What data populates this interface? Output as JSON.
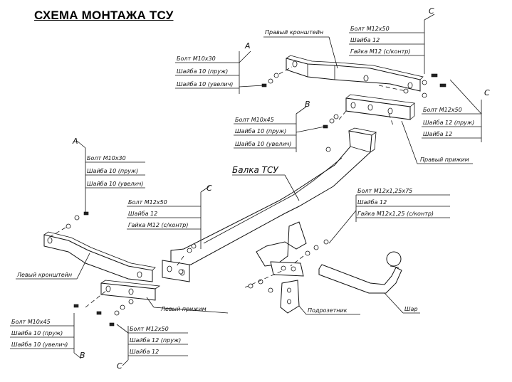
{
  "title": "СХЕМА МОНТАЖА ТСУ",
  "beam_label": "Балка ТСУ",
  "parts": {
    "right_bracket": "Правый кронштейн",
    "left_bracket": "Левый кронштейн",
    "right_clamp": "Правый прижим",
    "left_clamp": "Левый прижим",
    "socket_plate": "Подрозетник",
    "ball": "Шар"
  },
  "callouts": {
    "a_top": {
      "letter": "A",
      "lines": [
        "Болт М10х30",
        "Шайба 10 (пруж)",
        "Шайба 10 (увелич)"
      ]
    },
    "a_left": {
      "letter": "A",
      "lines": [
        "Болт М10х30",
        "Шайба 10 (пруж)",
        "Шайба 10 (увелич)"
      ]
    },
    "b_mid": {
      "letter": "B",
      "lines": [
        "Болт М10х45",
        "Шайба 10 (пруж)",
        "Шайба 10 (увелич)"
      ]
    },
    "b_bottom": {
      "letter": "B",
      "lines": [
        "Болт М10х45",
        "Шайба 10 (пруж)",
        "Шайба 10 (увелич)"
      ]
    },
    "c_top": {
      "letter": "C",
      "lines": [
        "Болт М12х50",
        "Шайба 12",
        "Гайка М12 (с/контр)"
      ]
    },
    "c_right": {
      "letter": "C",
      "lines": [
        "Болт М12х50",
        "Шайба 12 (пруж)",
        "Шайба 12"
      ]
    },
    "c_mid": {
      "letter": "C",
      "lines": [
        "Болт М12х50",
        "Шайба 12",
        "Гайка М12 (с/контр)"
      ]
    },
    "c_bottom": {
      "letter": "C",
      "lines": [
        "Болт М12х50",
        "Шайба 12 (пруж)",
        "Шайба 12"
      ]
    },
    "ball_bolt": {
      "lines": [
        "Болт М12х1,25х75",
        "Шайба 12",
        "Гайка М12х1,25 (с/контр)"
      ]
    }
  }
}
